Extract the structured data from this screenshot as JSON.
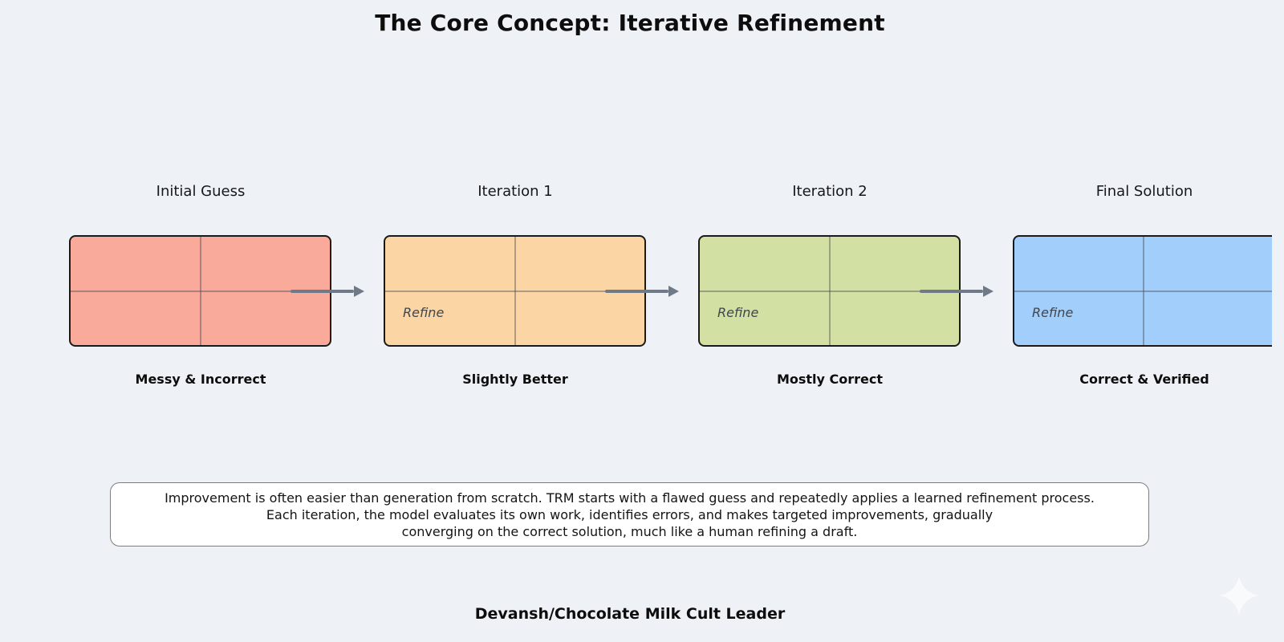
{
  "page": {
    "title": "The Core Concept: Iterative Refinement",
    "footer": "Devansh/Chocolate Milk Cult Leader"
  },
  "stages": [
    {
      "title": "Initial Guess",
      "caption": "Messy & Incorrect",
      "fill": "#f9aa9a",
      "refine_label": ""
    },
    {
      "title": "Iteration 1",
      "caption": "Slightly Better",
      "fill": "#fbd5a4",
      "refine_label": "Refine"
    },
    {
      "title": "Iteration 2",
      "caption": "Mostly Correct",
      "fill": "#d3e0a3",
      "refine_label": "Refine"
    },
    {
      "title": "Final Solution",
      "caption": "Correct & Verified",
      "fill": "#a2cefc",
      "refine_label": "Refine"
    }
  ],
  "description": {
    "line1": "Improvement is often easier than generation from scratch. TRM starts with a flawed guess and repeatedly applies a learned refinement process.",
    "line2": "Each iteration, the model evaluates its own work, identifies errors, and makes targeted improvements, gradually",
    "line3": "converging on the correct solution, much like a human refining a draft."
  },
  "watermark": {
    "icon": "sparkle-icon"
  },
  "colors": {
    "background": "#eef2f6",
    "box_border": "#1a1a1a",
    "grid_line": "rgba(70,75,80,0.42)",
    "arrow": "#6e7a87",
    "refine_text": "#3f474e",
    "stage_fills": [
      "#f9aa9a",
      "#fbd5a4",
      "#d3e0a3",
      "#a2cefc"
    ]
  }
}
